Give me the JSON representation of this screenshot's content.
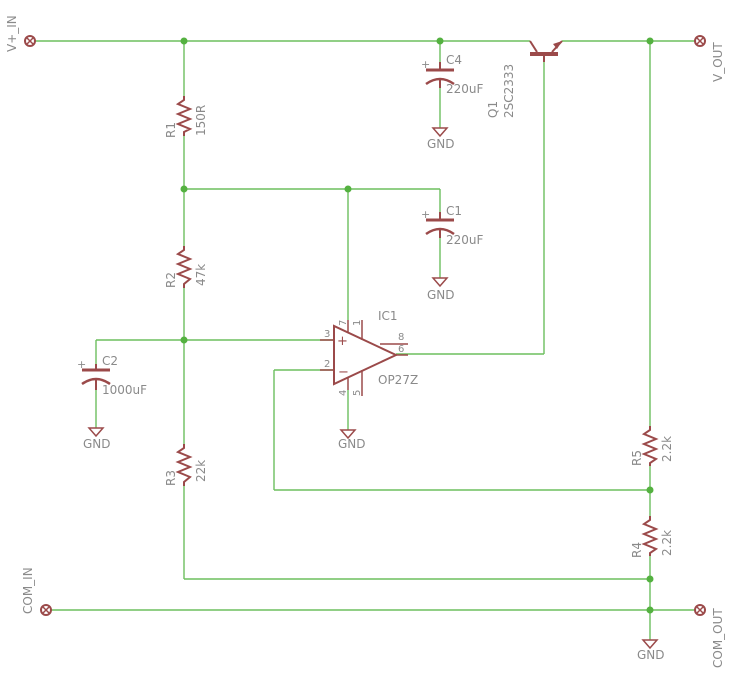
{
  "colors": {
    "wire": "#6dbf5f",
    "symbol": "#9b4a4a",
    "junction": "#54b140",
    "label": "#8a8a8a",
    "background": "#ffffff"
  },
  "ports": {
    "v_in": "V+_IN",
    "v_out": "V_OUT",
    "com_in": "COM_IN",
    "com_out": "COM_OUT"
  },
  "components": {
    "r1": {
      "name": "R1",
      "value": "150R"
    },
    "r2": {
      "name": "R2",
      "value": "47k"
    },
    "r3": {
      "name": "R3",
      "value": "22k"
    },
    "r4": {
      "name": "R4",
      "value": "2.2k"
    },
    "r5": {
      "name": "R5",
      "value": "2.2k"
    },
    "c1": {
      "name": "C1",
      "value": "220uF"
    },
    "c2": {
      "name": "C2",
      "value": "1000uF"
    },
    "c4": {
      "name": "C4",
      "value": "220uF"
    },
    "q1": {
      "name": "Q1",
      "value": "2SC2333"
    },
    "ic1": {
      "name": "IC1",
      "value": "OP27Z"
    }
  },
  "ic1_pins": {
    "p3": "3",
    "p2": "2",
    "p7": "7",
    "p1": "1",
    "p8": "8",
    "p6": "6",
    "p4": "4",
    "p5": "5"
  },
  "gnd": "GND"
}
